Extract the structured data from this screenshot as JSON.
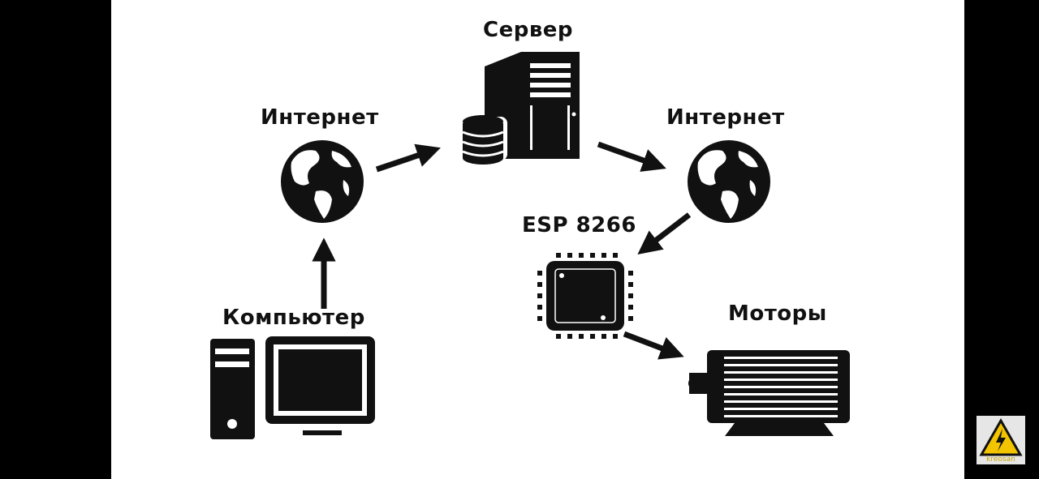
{
  "diagram": {
    "server_label": "Сервер",
    "internet_left_label": "Интернет",
    "internet_right_label": "Интернет",
    "computer_label": "Компьютер",
    "esp_label": "ESP 8266",
    "motors_label": "Моторы"
  },
  "watermark": {
    "text": "kreosan",
    "icon": "high-voltage-warning-icon"
  },
  "colors": {
    "background": "#000000",
    "canvas": "#ffffff",
    "ink": "#111111",
    "watermark_yellow": "#f2c500"
  }
}
